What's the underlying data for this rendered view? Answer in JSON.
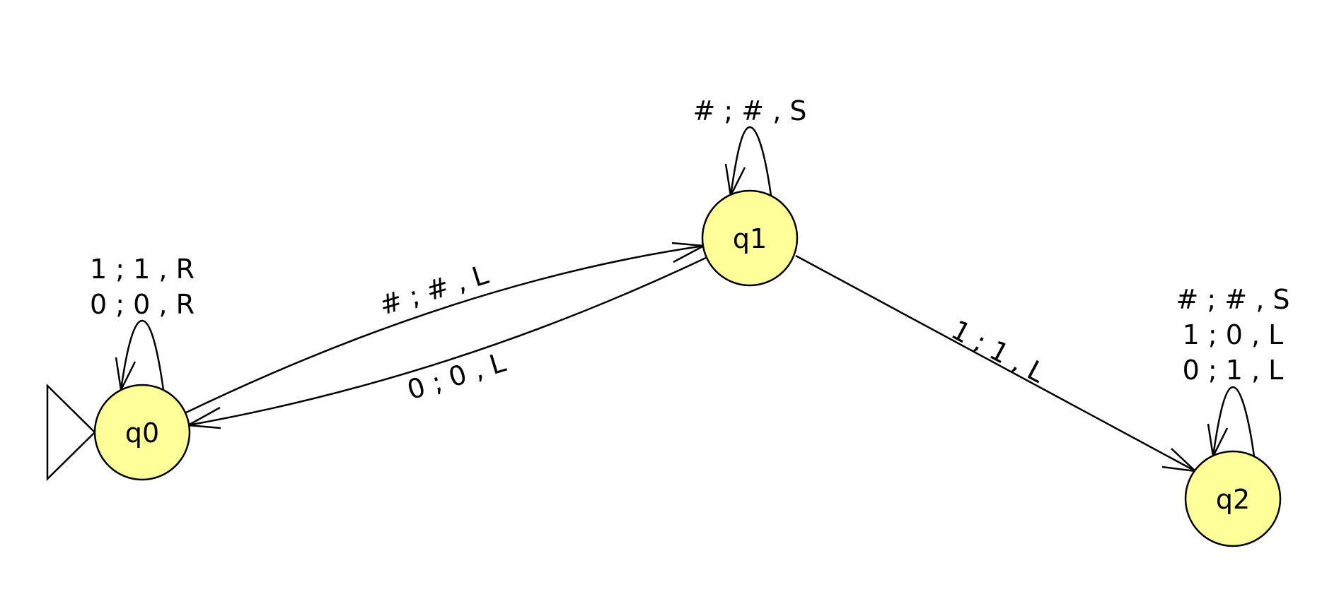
{
  "diagram": {
    "type": "turing-machine-state-diagram",
    "colors": {
      "state_fill": "#ffff99",
      "stroke": "#000000",
      "background": "#ffffff"
    },
    "initial_state": "q0",
    "states": [
      {
        "id": "q0",
        "label": "q0"
      },
      {
        "id": "q1",
        "label": "q1"
      },
      {
        "id": "q2",
        "label": "q2"
      }
    ],
    "transitions": [
      {
        "from": "q0",
        "to": "q0",
        "labels": [
          "1 ; 1 , R",
          "0 ; 0 , R"
        ]
      },
      {
        "from": "q0",
        "to": "q1",
        "labels": [
          "# ; # , L"
        ]
      },
      {
        "from": "q1",
        "to": "q0",
        "labels": [
          "0 ; 0 , L"
        ]
      },
      {
        "from": "q1",
        "to": "q1",
        "labels": [
          "# ; # , S"
        ]
      },
      {
        "from": "q1",
        "to": "q2",
        "labels": [
          "1 ; 1 , L"
        ]
      },
      {
        "from": "q2",
        "to": "q2",
        "labels": [
          "# ; # , S",
          "1 ; 0 , L",
          "0 ; 1 , L"
        ]
      }
    ]
  }
}
